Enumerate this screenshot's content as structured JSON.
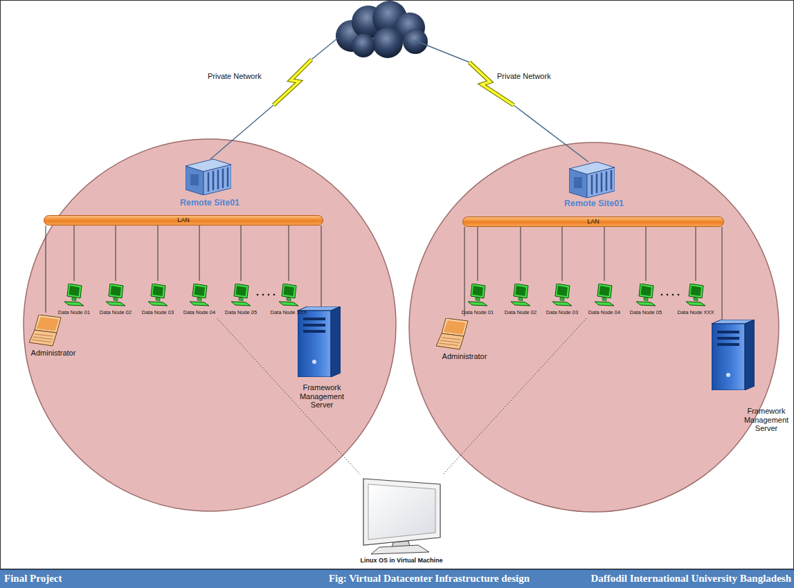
{
  "diagram": {
    "caption": "Fig: Virtual Datacenter Infrastructure design",
    "nodes": [
      {
        "text": [
          "Remote Site01"
        ]
      },
      {
        "text": [
          "LAN"
        ],
        "in": 0
      },
      {
        "text": [
          "Data Node 01"
        ],
        "in": 0
      },
      {
        "text": [
          "Data Node 02"
        ],
        "in": 0
      },
      {
        "text": [
          "Data Node 03"
        ],
        "in": 0
      },
      {
        "text": [
          "Data Node 04"
        ],
        "in": 0
      },
      {
        "text": [
          "Data Node 05"
        ],
        "in": 0
      },
      {
        "text": [
          "Data Node XXX"
        ],
        "in": 0
      },
      {
        "text": [
          "Administrator"
        ],
        "in": 0
      },
      {
        "text": [
          "Framework Management Server"
        ],
        "in": 0
      },
      {
        "text": [
          "Remote Site01"
        ]
      },
      {
        "text": [
          "LAN"
        ],
        "in": 10
      },
      {
        "text": [
          "Data Node 01"
        ],
        "in": 10
      },
      {
        "text": [
          "Data Node 02"
        ],
        "in": 10
      },
      {
        "text": [
          "Data Node 03"
        ],
        "in": 10
      },
      {
        "text": [
          "Data Node 04"
        ],
        "in": 10
      },
      {
        "text": [
          "Data Node 05"
        ],
        "in": 10
      },
      {
        "text": [
          "Data Node XXX"
        ],
        "in": 10
      },
      {
        "text": [
          "Administrator"
        ],
        "in": 10
      },
      {
        "text": [
          "Framework Management Server"
        ],
        "in": 10
      },
      {
        "text": [
          "Linux OS in Virtual Machine"
        ]
      }
    ],
    "edges": [
      {
        "from": 1,
        "to": 2,
        "arrow": "none"
      },
      {
        "from": 1,
        "to": 3,
        "arrow": "none"
      },
      {
        "from": 1,
        "to": 4,
        "arrow": "none"
      },
      {
        "from": 1,
        "to": 5,
        "arrow": "none"
      },
      {
        "from": 1,
        "to": 6,
        "arrow": "none"
      },
      {
        "from": 1,
        "to": 7,
        "arrow": "none"
      },
      {
        "from": 1,
        "to": 8,
        "arrow": "none"
      },
      {
        "from": 1,
        "to": 9,
        "arrow": "none"
      },
      {
        "from": 11,
        "to": 12,
        "arrow": "none"
      },
      {
        "from": 11,
        "to": 13,
        "arrow": "none"
      },
      {
        "from": 11,
        "to": 14,
        "arrow": "none"
      },
      {
        "from": 11,
        "to": 15,
        "arrow": "none"
      },
      {
        "from": 11,
        "to": 16,
        "arrow": "none"
      },
      {
        "from": 11,
        "to": 17,
        "arrow": "none"
      },
      {
        "from": 11,
        "to": 18,
        "arrow": "none"
      },
      {
        "from": 11,
        "to": 19,
        "arrow": "none"
      },
      {
        "from": 5,
        "to": 20,
        "arrow": "none"
      },
      {
        "from": 15,
        "to": 20,
        "arrow": "none"
      }
    ],
    "labels": [
      "Private Network",
      "Private Network",
      "Final Project",
      "Daffodil International University Bangladesh"
    ]
  }
}
